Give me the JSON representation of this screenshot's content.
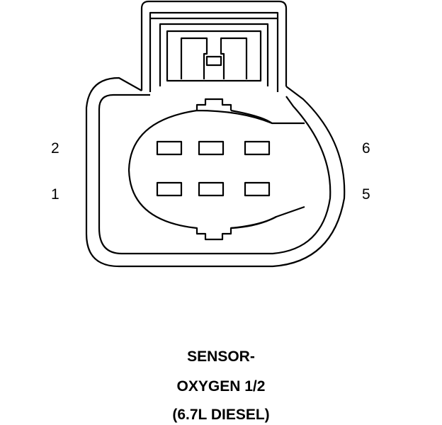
{
  "pin_labels": {
    "left_top": "2",
    "left_bottom": "1",
    "right_top": "6",
    "right_bottom": "5"
  },
  "caption": {
    "line1": "SENSOR-",
    "line2": "OXYGEN 1/2",
    "line3": "(6.7L DIESEL)"
  },
  "colors": {
    "stroke": "#000000",
    "background": "#ffffff"
  }
}
